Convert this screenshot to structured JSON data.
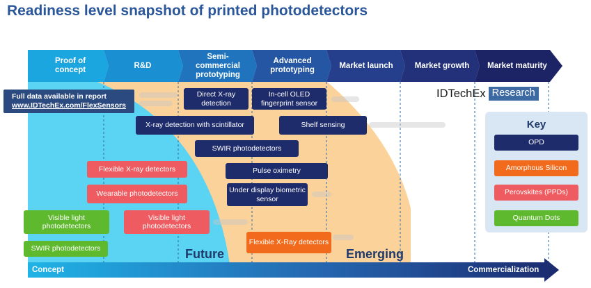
{
  "title": "Readiness level snapshot of printed photodetectors",
  "stages": [
    {
      "label": "Proof of concept"
    },
    {
      "label": "R&D"
    },
    {
      "label": "Semi-commercial prototyping"
    },
    {
      "label": "Advanced prototyping"
    },
    {
      "label": "Market launch"
    },
    {
      "label": "Market growth"
    },
    {
      "label": "Market maturity"
    }
  ],
  "info_banner": {
    "line1": "Full data available in report",
    "line2": "www.IDTechEx.com/FlexSensors"
  },
  "brand": {
    "name": "IDTechEx",
    "tag": "Research"
  },
  "zones": {
    "future": "Future",
    "emerging": "Emerging"
  },
  "axis": {
    "start": "Concept",
    "end": "Commercialization"
  },
  "key": {
    "title": "Key",
    "items": [
      {
        "label": "OPD",
        "color": "#1f2c6b"
      },
      {
        "label": "Amorphous Silicon",
        "color": "#f26b1d"
      },
      {
        "label": "Perovskites (PPDs)",
        "color": "#ee5b60"
      },
      {
        "label": "Quantum Dots",
        "color": "#5fb92e"
      }
    ]
  },
  "technologies": [
    {
      "label": "Direct X-ray detection",
      "category": "OPD"
    },
    {
      "label": "In-cell OLED fingerprint sensor",
      "category": "OPD"
    },
    {
      "label": "X-ray detection with scintillator",
      "category": "OPD"
    },
    {
      "label": "Shelf sensing",
      "category": "OPD"
    },
    {
      "label": "SWIR photodetectors",
      "category": "OPD"
    },
    {
      "label": "Pulse oximetry",
      "category": "OPD"
    },
    {
      "label": "Under display biometric sensor",
      "category": "OPD"
    },
    {
      "label": "Flexible X-ray detectors",
      "category": "Perovskites (PPDs)"
    },
    {
      "label": "Wearable photodetectors",
      "category": "Perovskites (PPDs)"
    },
    {
      "label": "Visible light photodetectors",
      "category": "Perovskites (PPDs)"
    },
    {
      "label": "Visible light photodetectors",
      "category": "Quantum Dots"
    },
    {
      "label": "SWIR photodetectors",
      "category": "Quantum Dots"
    },
    {
      "label": "Flexible X-Ray detectors",
      "category": "Amorphous Silicon"
    }
  ],
  "colors": {
    "title": "#2b579a",
    "stage_1": "#1ba6e0",
    "stage_2": "#1a8fd2",
    "stage_3": "#1f74bd",
    "stage_4": "#2456a4",
    "stage_5": "#263f8c",
    "stage_6": "#22317a",
    "stage_7": "#1c2466",
    "future_region": "#5bd3f2",
    "emerging_region": "#fbd29a"
  }
}
